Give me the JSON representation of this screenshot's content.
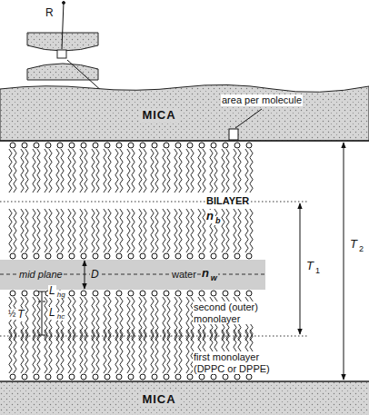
{
  "diagram": {
    "nodes": [
      {
        "text": [
          "MICA"
        ]
      },
      {
        "text": [
          "MICA"
        ]
      }
    ],
    "labels": [
      "R",
      "area per molecule",
      "BILAYER",
      "n",
      "b",
      "mid plane",
      "D",
      "water",
      "n",
      "w",
      "T",
      "1",
      "T",
      "2",
      "½",
      "T",
      "L",
      "hg",
      "L",
      "hc",
      "second (outer) monolayer",
      "first monolayer (DPPC or DPPE)"
    ]
  }
}
